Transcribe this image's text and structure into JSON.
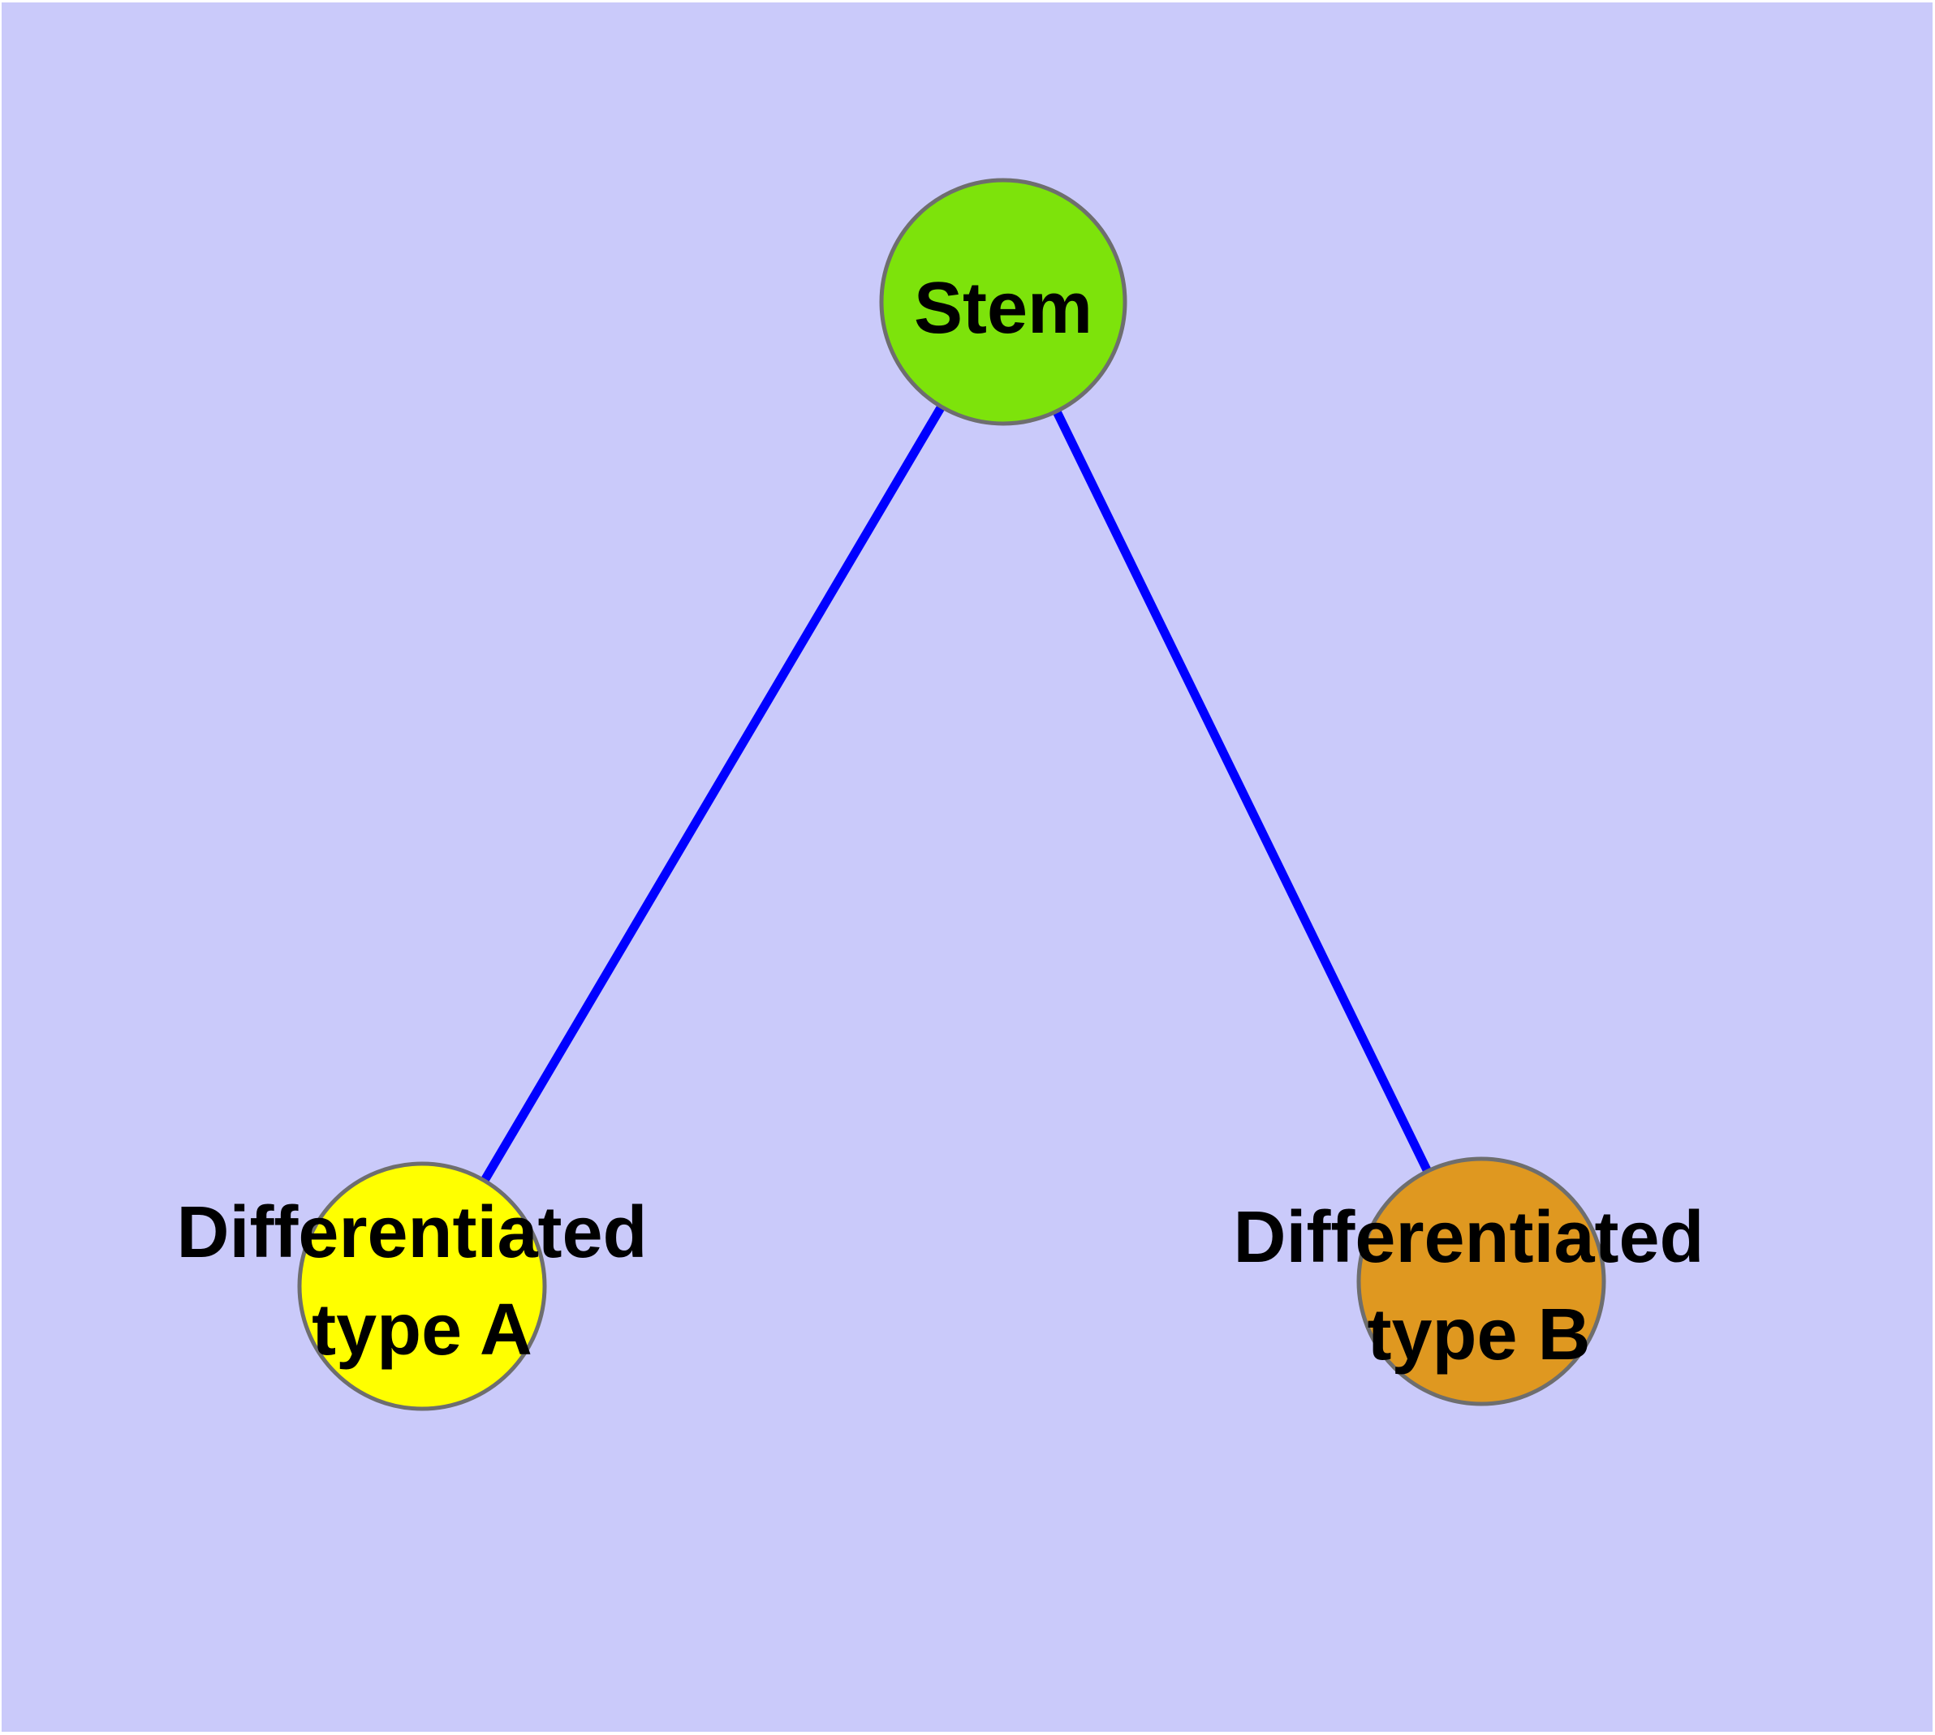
{
  "diagram": {
    "type": "network-graph",
    "nodes": {
      "stem": {
        "label": "Stem",
        "color": "#7de30b"
      },
      "type_a": {
        "label_lines": [
          "Differentiated",
          "type A"
        ],
        "color": "#ffff00"
      },
      "type_b": {
        "label_lines": [
          "Differentiated",
          "type B"
        ],
        "color": "#df9820"
      }
    },
    "edges": [
      {
        "from": "stem",
        "to": "type_a"
      },
      {
        "from": "stem",
        "to": "type_b"
      }
    ],
    "colors": {
      "background": "#cacafa",
      "page_border": "#ffffff",
      "edge": "#0000ff",
      "node_border": "#6e6e6e",
      "label": "#000000"
    }
  }
}
